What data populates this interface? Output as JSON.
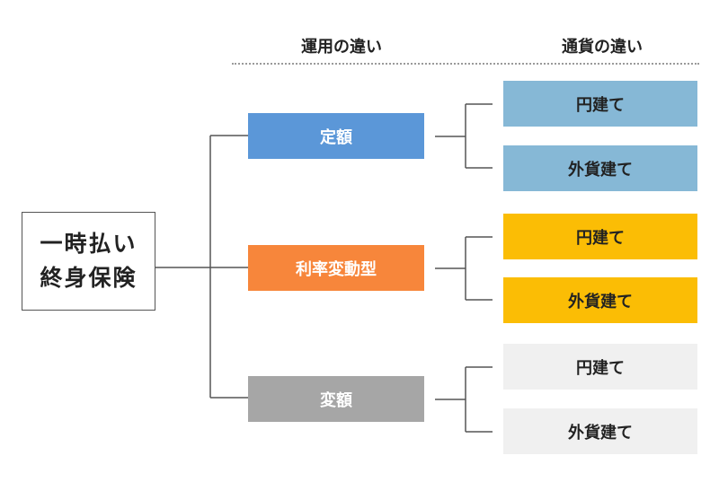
{
  "headers": {
    "method": "運用の違い",
    "currency": "通貨の違い"
  },
  "root": {
    "label": "一時払い 終身保険"
  },
  "groups": [
    {
      "label": "定額",
      "color": "#5b97d8",
      "text_color": "#ffffff",
      "leaf_color": "#86b8d6",
      "leaves": [
        "円建て",
        "外貨建て"
      ]
    },
    {
      "label": "利率変動型",
      "color": "#f7863b",
      "text_color": "#ffffff",
      "leaf_color": "#fbbd05",
      "leaves": [
        "円建て",
        "外貨建て"
      ]
    },
    {
      "label": "変額",
      "color": "#a6a6a6",
      "text_color": "#ffffff",
      "leaf_color": "#f0f0f0",
      "leaves": [
        "円建て",
        "外貨建て"
      ]
    }
  ],
  "colors": {
    "line": "#555555",
    "separator": "#9a9a9a"
  }
}
